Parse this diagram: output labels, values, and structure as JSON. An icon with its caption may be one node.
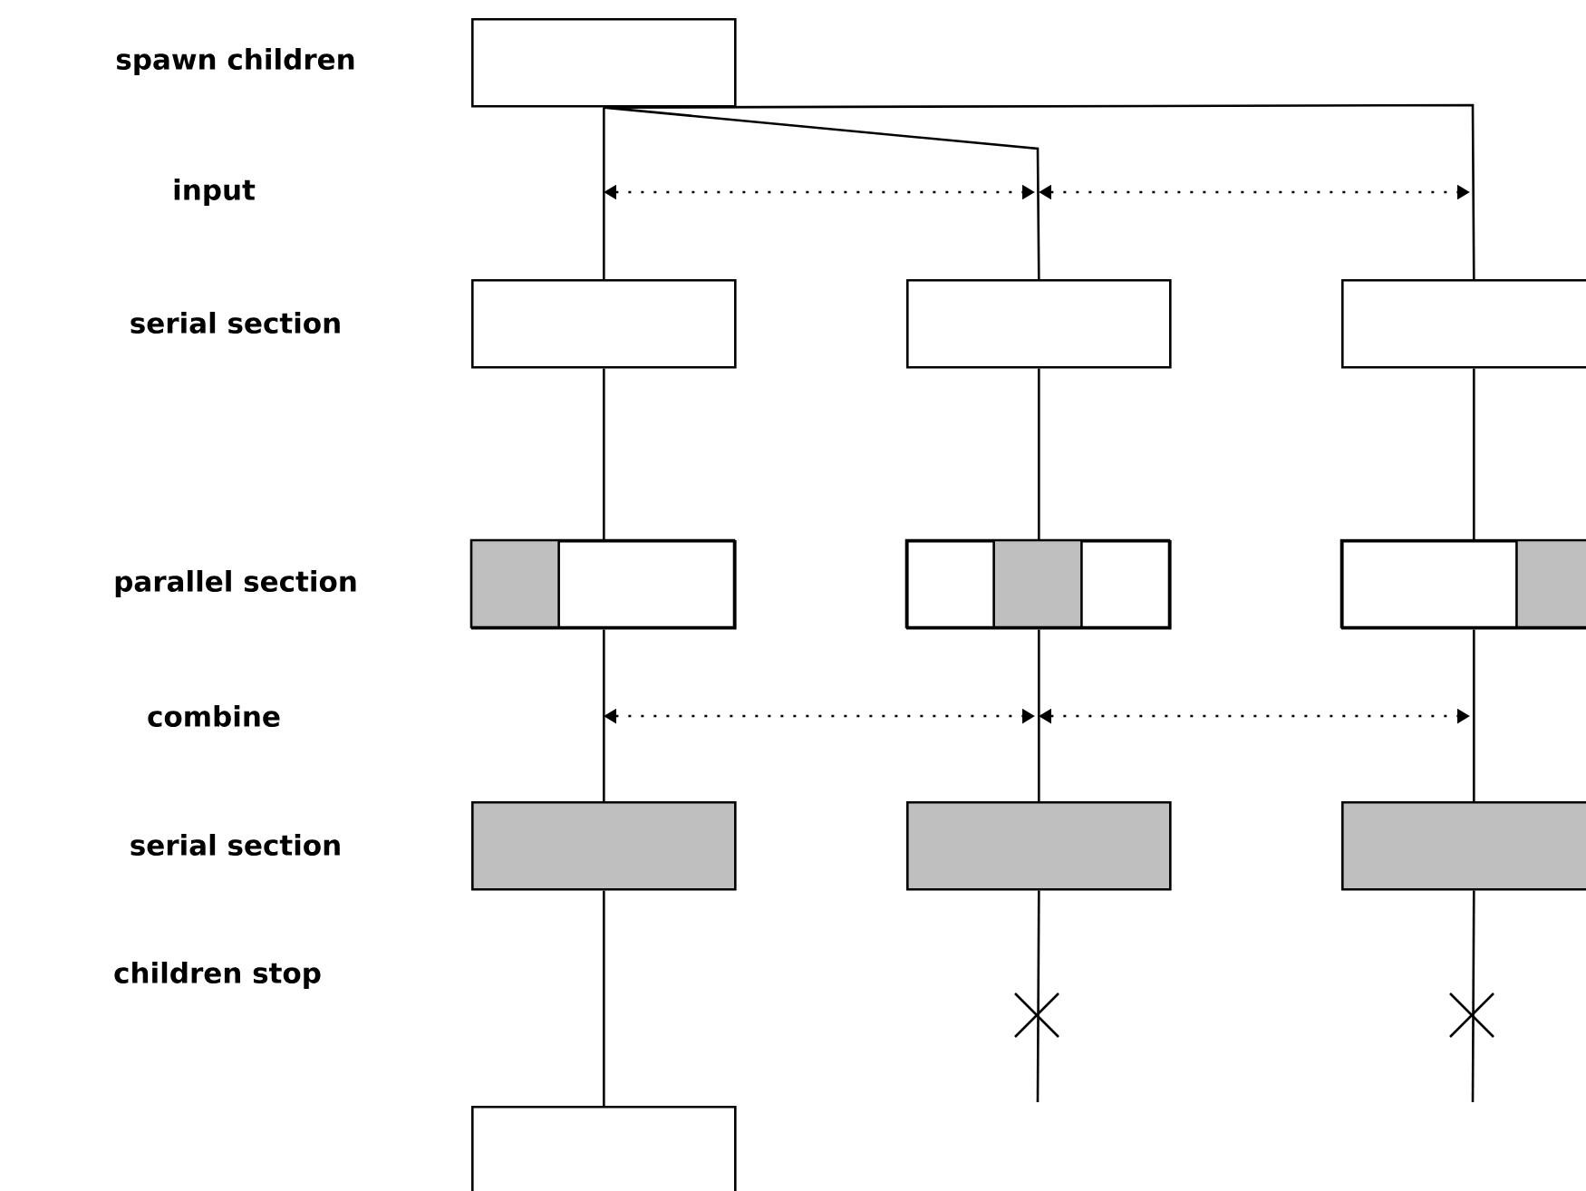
{
  "diagram": {
    "nodes": [
      {
        "text": [],
        "shape": "box"
      },
      {
        "text": [],
        "shape": "box"
      },
      {
        "text": [],
        "shape": "box"
      },
      {
        "text": [],
        "shape": "box"
      },
      {
        "text": [],
        "shape": "box"
      },
      {
        "text": [],
        "shape": "box"
      },
      {
        "text": [],
        "shape": "box"
      },
      {
        "text": [],
        "shape": "box"
      },
      {
        "text": [],
        "shape": "box"
      },
      {
        "text": [],
        "shape": "box"
      },
      {
        "text": [],
        "shape": "box"
      }
    ],
    "edges": [
      {
        "from": 0,
        "to": 1,
        "arrow": "none"
      },
      {
        "from": 0,
        "to": 2,
        "arrow": "none"
      },
      {
        "from": 0,
        "to": 3,
        "arrow": "none"
      },
      {
        "from": 1,
        "to": 4,
        "arrow": "none"
      },
      {
        "from": 2,
        "to": 5,
        "arrow": "none"
      },
      {
        "from": 3,
        "to": 6,
        "arrow": "none"
      },
      {
        "from": 4,
        "to": 7,
        "arrow": "none"
      },
      {
        "from": 5,
        "to": 8,
        "arrow": "none"
      },
      {
        "from": 6,
        "to": 9,
        "arrow": "none"
      },
      {
        "from": 7,
        "to": 10,
        "arrow": "none"
      },
      {
        "from": 8,
        "to": null,
        "arrow": "none"
      },
      {
        "from": 9,
        "to": null,
        "arrow": "none"
      }
    ],
    "labels": [
      "spawn children",
      "input",
      "serial section",
      "parallel section",
      "combine",
      "serial section",
      "children stop"
    ]
  }
}
